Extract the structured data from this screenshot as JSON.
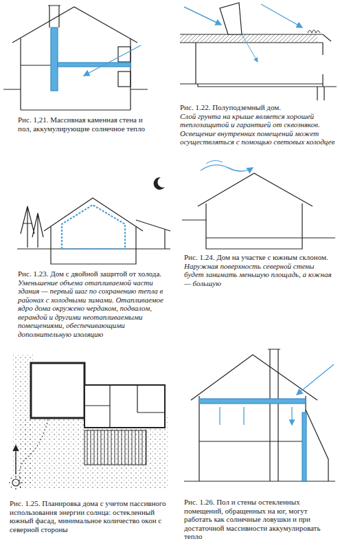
{
  "diagram": {
    "labels": [
      "Рис. 1,21. Массивная каменная стена и пол, аккумулирующие солнечное тепло",
      "Рис. 1.22. Полуподземный дом.",
      "Слой грунта на крыше является хорошей теплозащитой и гарантией от сквозняков. Освещение внутренних помещений может осуществляться с помощью световых колодцев",
      "Рис. 1.23. Дом с двойной защитой от холода.",
      "Уменьшение объема отапливаемой части здания — первый шаг по сохранению тепла в районах с холодными зимами. Отапливаемое ядро дома окружено чердаком, подвалом, верандой и другими неотапливаемыми помещениями, обеспечивающими дополнительную изоляцию",
      "Рис. 1.24. Дом на участке с южным склоном.",
      "Наружная поверхность северной стены будет занимать меньшую площадь, а южная — большую",
      "Рис. 1.25. Планировка дома с учетом пассивного использования энергии солнца: остекленный южный фасад, минимальное количество окон с северной стороны",
      "Рис. 1.26. Пол и стены остекленных помещений, обращенных на юг, могут работать как солнечные ловушки и при достаточной массивности аккумулировать тепло"
    ]
  }
}
